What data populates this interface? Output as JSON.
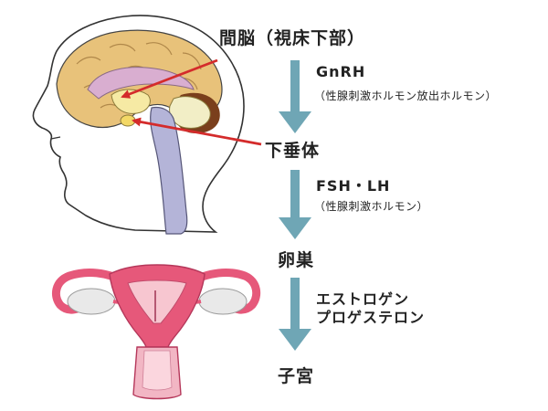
{
  "labels": {
    "hypothalamus": "間脳（視床下部）",
    "pituitary": "下垂体",
    "ovary": "卵巣",
    "uterus": "子宮"
  },
  "hormones": {
    "gnrh": {
      "name": "GnRH",
      "note": "（性腺刺激ホルモン放出ホルモン）"
    },
    "fsh_lh": {
      "name": "FSH・LH",
      "note": "（性腺刺激ホルモン）"
    },
    "estrogen_progesterone": {
      "line1": "エストロゲン",
      "line2": "プロゲステロン"
    }
  },
  "colors": {
    "flow_arrow": "#6fa6b5",
    "pointer_arrow": "#d42b2b",
    "brain_cortex": "#e8c27a",
    "brain_inner": "#d9aed0",
    "cerebellum": "#7a3f1c",
    "brainstem": "#b4b4d8",
    "uterus": "#e6587a",
    "uterus_inner": "#f7c6d0",
    "ovary": "#e9e9e9"
  }
}
